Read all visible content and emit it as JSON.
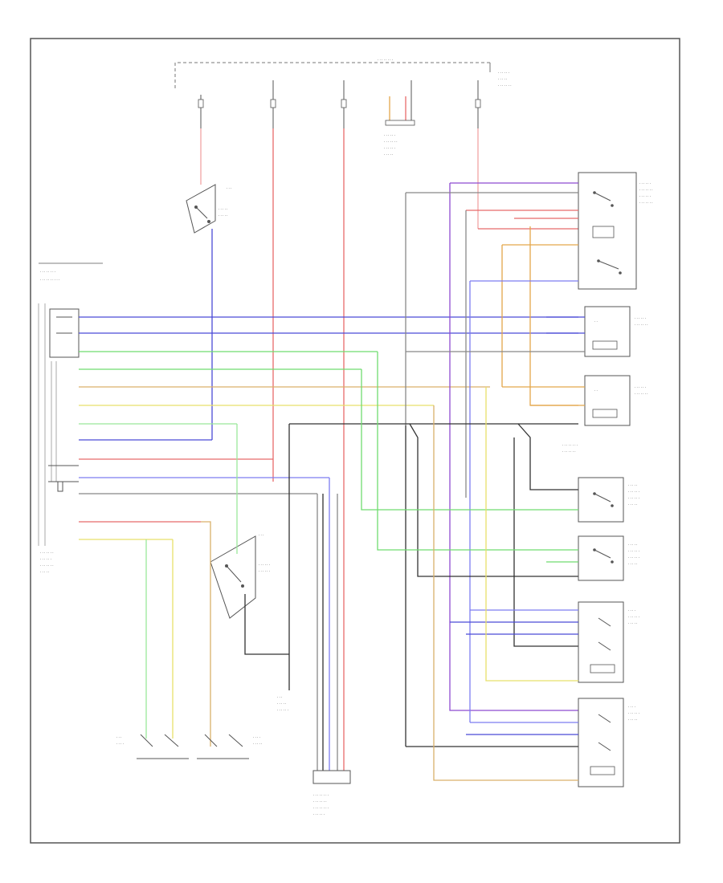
{
  "diagram": {
    "type": "wiring-diagram",
    "visible_text_note_illegible": true,
    "footer_code": "",
    "colors": {
      "frame": "#555555",
      "red": "#e86a6a",
      "pink": "#f2a3a3",
      "blue": "#4a4ad6",
      "light_blue": "#7c7cf0",
      "purple": "#8e4bd1",
      "green": "#6fdc6f",
      "light_green": "#9be89b",
      "yellow": "#e8e06a",
      "tan": "#d9b06a",
      "orange": "#e3a64a",
      "black": "#333333",
      "gray": "#888888"
    },
    "components": [
      {
        "id": "power-mirror-control-switch",
        "label": ""
      },
      {
        "id": "key-reminder-switch-top",
        "label": ""
      },
      {
        "id": "key-reminder-switch-bottom",
        "label": ""
      },
      {
        "id": "door-lock-control-relay",
        "label": ""
      },
      {
        "id": "front-door-lock-actuator",
        "label": ""
      },
      {
        "id": "rear-door-lock-actuator",
        "label": ""
      },
      {
        "id": "left-door-unlock-switch",
        "label": ""
      },
      {
        "id": "right-door-unlock-switch",
        "label": ""
      },
      {
        "id": "left-door-lock-switch",
        "label": ""
      },
      {
        "id": "right-door-lock-switch",
        "label": ""
      },
      {
        "id": "left-door-switch",
        "label": ""
      },
      {
        "id": "right-door-switch",
        "label": ""
      },
      {
        "id": "data-link-connector",
        "label": ""
      },
      {
        "id": "fuse-block",
        "label": ""
      }
    ]
  }
}
